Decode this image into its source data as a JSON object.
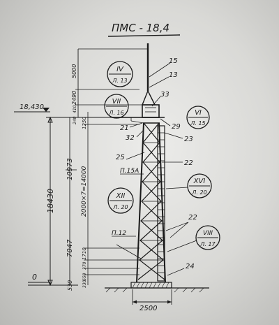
{
  "drawing": {
    "title": "ПМС - 18,4",
    "levels": {
      "top": "18,430",
      "ground": "0"
    },
    "dims_left": {
      "overall": "18430",
      "shaft": "10973",
      "base_section": "7047",
      "footing": "530"
    },
    "dims_inner": {
      "mast": "5000",
      "head": "2490",
      "cap1": "410",
      "cap2": "240",
      "cap3": "1250",
      "repeat": "2000×7=14000",
      "b1": "1710",
      "b2": "370",
      "b3": "650",
      "b4": "330"
    },
    "base_width": "2500",
    "positions": {
      "p15": "15",
      "p13": "13",
      "p33": "33",
      "p21": "21",
      "p32": "32",
      "p29": "29",
      "p23": "23",
      "p25": "25",
      "p22a": "22",
      "p15a": "П.15А",
      "p22b": "22",
      "p12": "П.12",
      "p24": "24"
    },
    "callouts": [
      {
        "roman": "IV",
        "sheet": "Л. 13"
      },
      {
        "roman": "VII",
        "sheet": "Л. 16"
      },
      {
        "roman": "VI",
        "sheet": "Л. 15"
      },
      {
        "roman": "XVI",
        "sheet": "Л. 20"
      },
      {
        "roman": "XII",
        "sheet": "Л. 20"
      },
      {
        "roman": "VIII",
        "sheet": "Л. 17"
      }
    ]
  }
}
